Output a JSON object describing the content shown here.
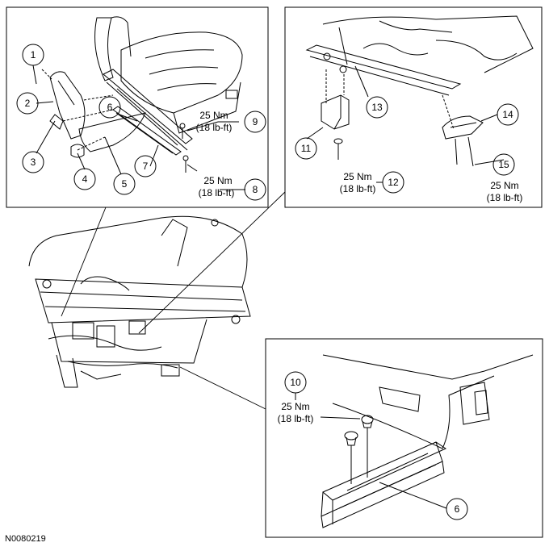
{
  "figure_id": "N0080219",
  "callouts": {
    "c1": "1",
    "c2": "2",
    "c3": "3",
    "c4": "4",
    "c5": "5",
    "c6a": "6",
    "c7": "7",
    "c8": "8",
    "c9": "9",
    "c10": "10",
    "c11": "11",
    "c12": "12",
    "c13": "13",
    "c14": "14",
    "c15": "15",
    "c6b": "6"
  },
  "torque": {
    "t9": {
      "nm": "25 Nm",
      "lbft": "(18 lb-ft)"
    },
    "t8": {
      "nm": "25 Nm",
      "lbft": "(18 lb-ft)"
    },
    "t12": {
      "nm": "25 Nm",
      "lbft": "(18 lb-ft)"
    },
    "t15": {
      "nm": "25 Nm",
      "lbft": "(18 lb-ft)"
    },
    "t10": {
      "nm": "25 Nm",
      "lbft": "(18 lb-ft)"
    }
  }
}
